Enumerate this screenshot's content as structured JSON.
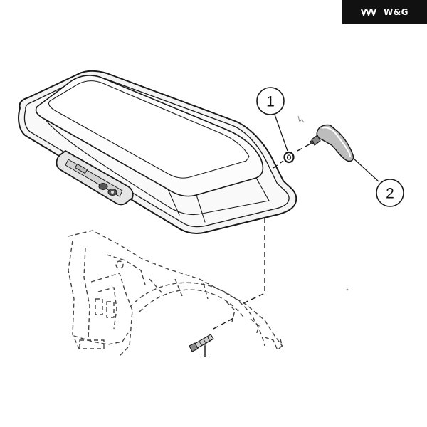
{
  "brand": {
    "logo_icon": "wg-chevrons-icon",
    "name": "W&G",
    "badge_color": "#111111"
  },
  "callouts": [
    {
      "label": "1",
      "part": "washer"
    },
    {
      "label": "2",
      "part": "trim-cap"
    }
  ],
  "colors": {
    "line": "#1a1a1a",
    "lid_fill": "#f2f2f2",
    "lid_top_fill": "#fafafa",
    "ghost_line": "#444444"
  }
}
